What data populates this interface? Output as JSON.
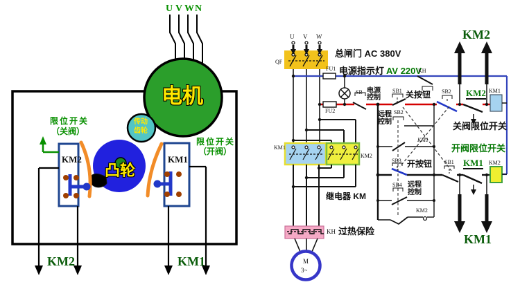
{
  "left": {
    "phases": [
      "U",
      "V",
      "W",
      "N"
    ],
    "motor": "电机",
    "gear1": "传动",
    "gear2": "齿轮",
    "cam": "凸轮",
    "limit_close_1": "限位开关",
    "limit_close_2": "（关阀）",
    "limit_open_1": "限位开关",
    "limit_open_2": "（开阀）",
    "km2_box": "KM2",
    "km1_box": "KM1",
    "km2_wire": "KM2",
    "km1_wire": "KM1"
  },
  "right": {
    "phases": [
      "U",
      "V",
      "W"
    ],
    "qf": "QF",
    "main_gate": "总闸门 AC 380V",
    "fu1": "FU1",
    "indicator": "电源指示灯",
    "indicator_v": "AV 220V",
    "kh_top": "KH",
    "km2_arrows": "KM2",
    "fu2": "FU2",
    "sb": "SB",
    "power_ctrl_1": "电源",
    "power_ctrl_2": "控制",
    "sb1": "SB1",
    "close_btn": "关按钮",
    "sb2_nc": "SB2",
    "km2_rung1": "KM2",
    "km1_coil": "KM1",
    "close_limit": "关阀限位开关",
    "remote1_1": "远程",
    "remote1_2": "控制",
    "sb2_no": "SB2",
    "interlock": "KM1",
    "sb3": "SB3",
    "open_btn": "开按钮",
    "sb1_nc": "SB1",
    "km1_rung2": "KM1",
    "km2_coil": "KM2",
    "open_limit": "开阀限位开关",
    "sb4": "SB4",
    "remote2_1": "远程",
    "remote2_2": "控制",
    "km2_aux": "KM2",
    "km1_arrows": "KM1",
    "km1_contactor": "KM1",
    "km2_contactor": "KM2",
    "relay": "继电器 KM",
    "kh": "KH",
    "overheat": "过热保险",
    "motor_m": "M",
    "motor_ph": "3~"
  },
  "colors": {
    "motor_green": "#2B9E2B",
    "cam_blue": "#2121DE",
    "gear_teal": "#52C5C5",
    "lever_orange": "#F28C28",
    "qf_yellow": "#F2C21C",
    "km1_box_blue": "#A6D3F0",
    "km2_box_yellow": "#EFEF3E",
    "thermal_pink": "#F5A9C5",
    "line_blue": "#3344BB",
    "line_red": "#D40000",
    "label_green": "#089000"
  }
}
